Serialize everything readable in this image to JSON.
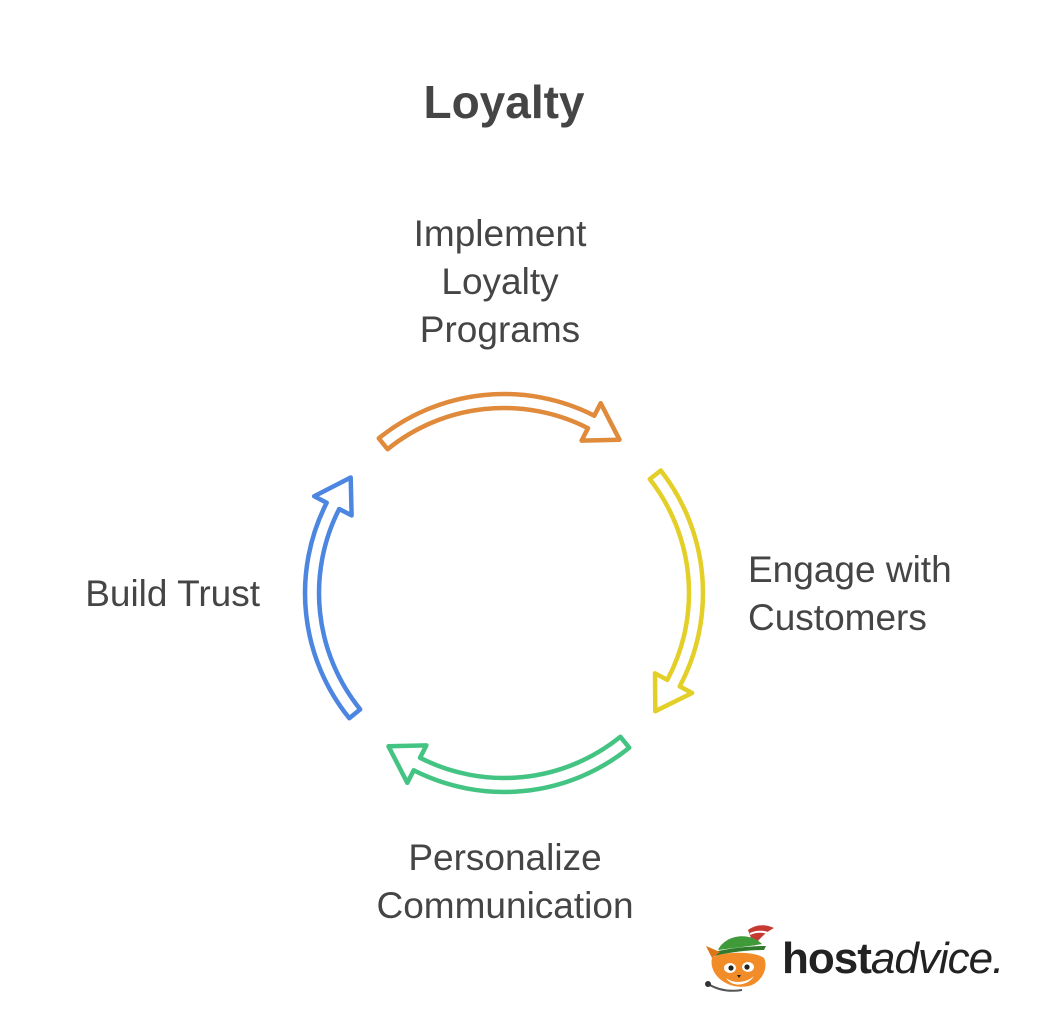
{
  "diagram": {
    "title": "Loyalty",
    "steps": [
      {
        "id": "implement",
        "lines": [
          "Implement",
          "Loyalty",
          "Programs"
        ],
        "color": "#E08A3C"
      },
      {
        "id": "engage",
        "lines": [
          "Engage with",
          "Customers"
        ],
        "color": "#E3CF28"
      },
      {
        "id": "personalize",
        "lines": [
          "Personalize",
          "Communication"
        ],
        "color": "#44C482"
      },
      {
        "id": "trust",
        "lines": [
          "Build Trust"
        ],
        "color": "#4D86E0"
      }
    ]
  },
  "logo": {
    "bold_part": "host",
    "light_part": "advice."
  }
}
